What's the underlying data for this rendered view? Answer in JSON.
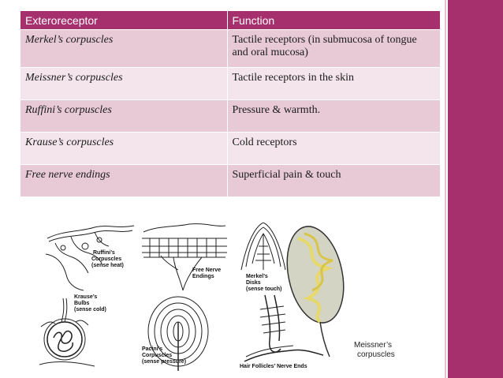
{
  "table": {
    "headers": [
      "Exteroreceptor",
      "Function"
    ],
    "rows": [
      {
        "receptor": "Merkel’s corpuscles",
        "function": "Tactile receptors (in submucosa of tongue and oral mucosa)"
      },
      {
        "receptor": "Meissner’s corpuscles",
        "function": "Tactile receptors in the skin"
      },
      {
        "receptor": "Ruffini’s corpuscles",
        "function": "Pressure & warmth."
      },
      {
        "receptor": "Krause’s corpuscles",
        "function": "Cold receptors"
      },
      {
        "receptor": "Free nerve endings",
        "function": "Superficial pain & touch"
      }
    ]
  },
  "figure": {
    "ruffini": [
      "Ruffini’s",
      "Corpuscles",
      "(sense heat)"
    ],
    "free_nerve": [
      "Free Nerve",
      "Endings"
    ],
    "merkel": [
      "Merkel’s",
      "Disks",
      "(sense touch)"
    ],
    "krause": [
      "Krause’s",
      "Bulbs",
      "(sense cold)"
    ],
    "pacini": [
      "Pacini’s",
      "Corpuscles",
      "(sense pressure)"
    ],
    "hair": "Hair Follicles’ Nerve Ends",
    "meissner_caption": [
      "Meissner’s",
      "corpuscles"
    ]
  },
  "colors": {
    "accent": "#a6306e",
    "row_odd": "#e7cad6",
    "row_even": "#f3e5eb"
  }
}
